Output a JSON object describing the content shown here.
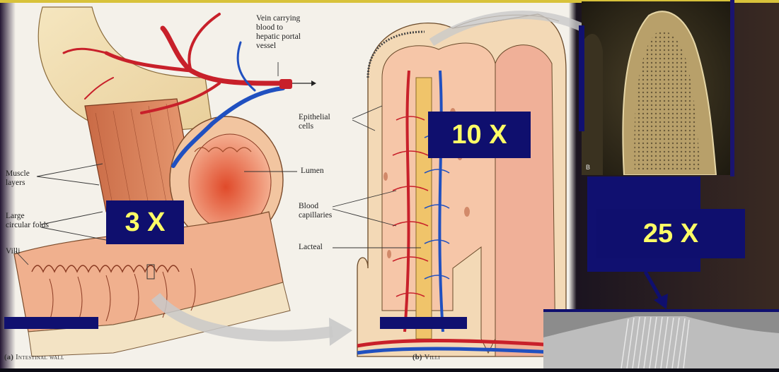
{
  "labels": {
    "vein": "Vein carrying\nblood to\nhepatic portal\nvessel",
    "muscle_layers": "Muscle\nlayers",
    "large_circular_folds": "Large\ncircular folds",
    "villi": "Villi",
    "lumen": "Lumen",
    "epithelial_cells": "Epithelial\ncells",
    "blood_capillaries": "Blood\ncapillaries",
    "lacteal": "Lacteal"
  },
  "captions": {
    "a_prefix": "(a)",
    "a_text": "Intestinal wall",
    "b_prefix": "(b)",
    "b_text": "Villi"
  },
  "magnifications": {
    "m3": "3 X",
    "m10": "10 X",
    "m25": "25 X"
  },
  "micrograph_letter": "B",
  "colors": {
    "highlight_box": "#0f0f6e",
    "highlight_text": "#ffff66",
    "artery": "#c8202a",
    "vein": "#2050c0",
    "tissue": "#f0a890"
  }
}
